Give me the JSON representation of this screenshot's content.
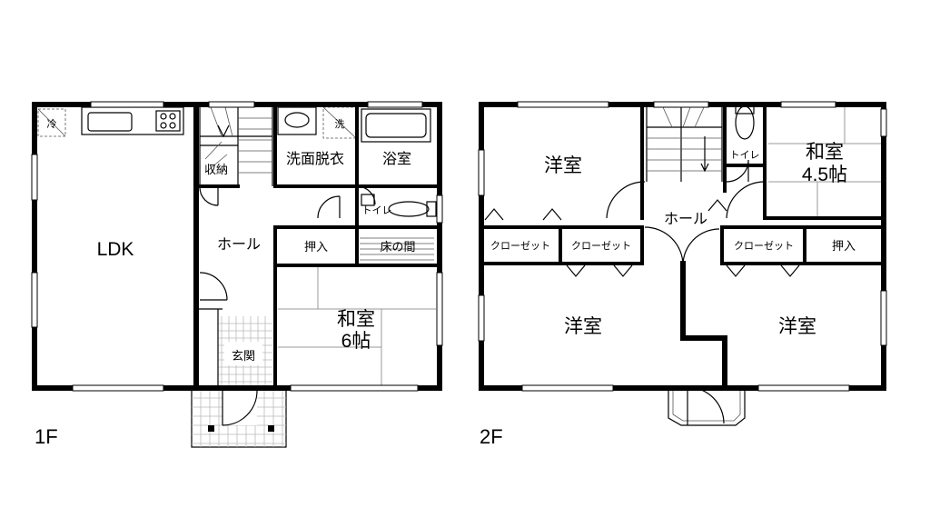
{
  "floors": [
    {
      "label": "1F",
      "rooms": {
        "ldk": "LDK",
        "hall": "ホール",
        "storage": "収納",
        "washroom": "洗面脱衣",
        "bath": "浴室",
        "toilet": "トイレ",
        "oshiire": "押入",
        "tokonoma": "床の間",
        "washitsu": "和室",
        "washitsu_size": "6帖",
        "genkan": "玄関",
        "fridge": "冷",
        "washer": "洗"
      }
    },
    {
      "label": "2F",
      "rooms": {
        "youshitsu_nw": "洋室",
        "toilet": "トイレ",
        "washitsu": "和室",
        "washitsu_size": "4.5帖",
        "hall": "ホール",
        "closet_1": "クローゼット",
        "closet_2": "クローゼット",
        "closet_3": "クローゼット",
        "oshiire": "押入",
        "youshitsu_sw": "洋室",
        "youshitsu_se": "洋室"
      }
    }
  ]
}
